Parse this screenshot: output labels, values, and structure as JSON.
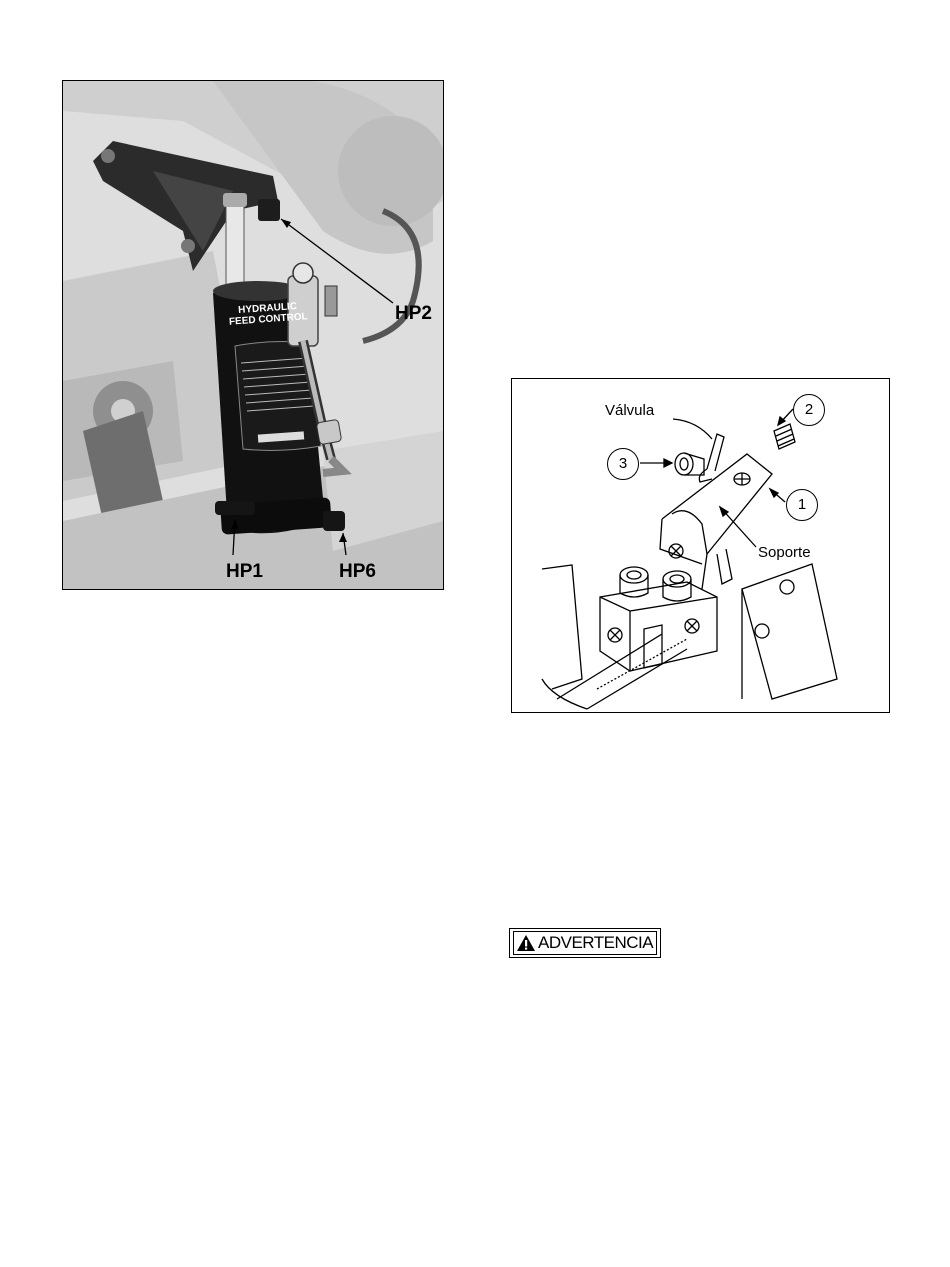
{
  "photo_figure": {
    "labels": {
      "hp2": "HP2",
      "hp1": "HP1",
      "hp6": "HP6"
    },
    "decal_title": "HYDRAULIC FEED CONTROL"
  },
  "diagram_figure": {
    "labels": {
      "valve": "Válvula",
      "bracket": "Soporte"
    },
    "numbers": [
      "1",
      "2",
      "3"
    ]
  },
  "warning": {
    "text": "ADVERTENCIA",
    "icon": "warning-triangle-icon"
  },
  "colors": {
    "ink": "#000000",
    "photo_bg": "#d9d9d9",
    "cylinder": "#111111"
  }
}
